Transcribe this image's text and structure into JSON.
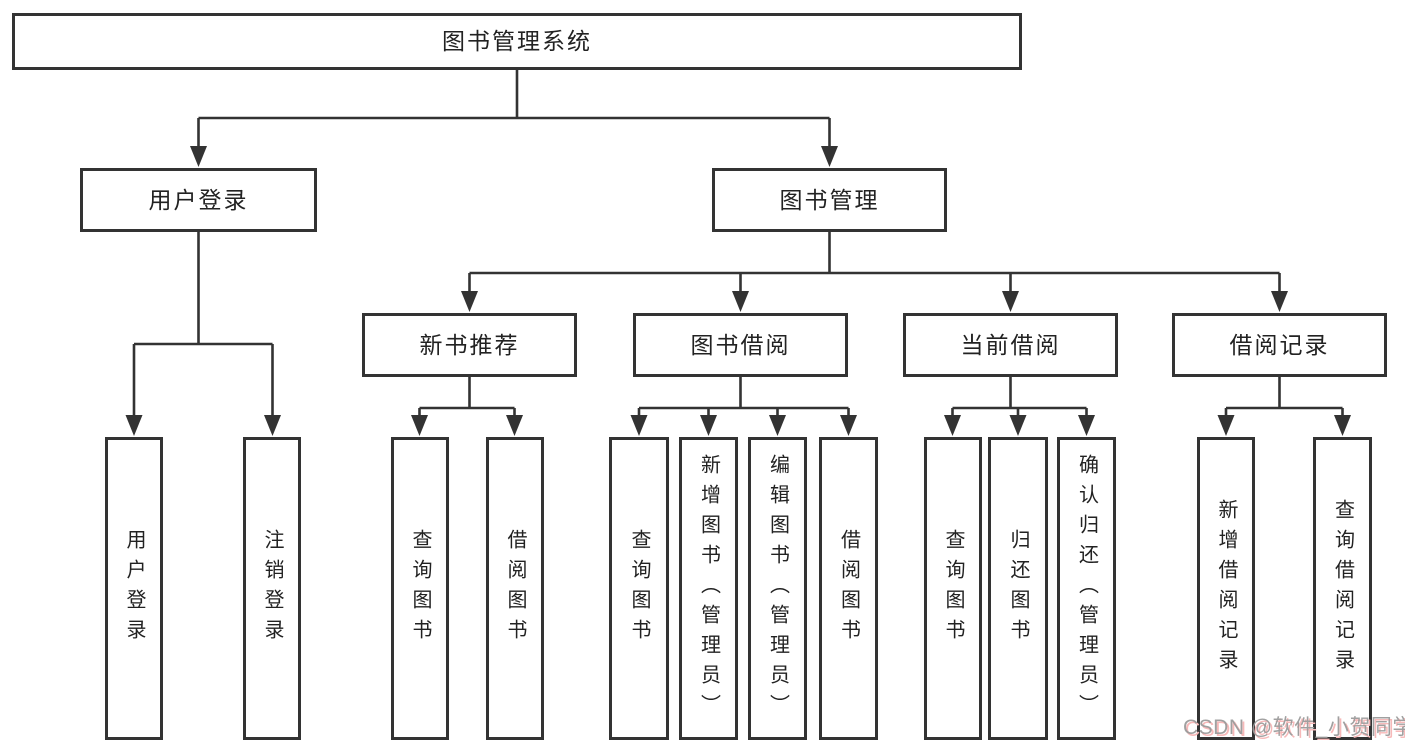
{
  "colors": {
    "background": "#ffffff",
    "box_fill": "#ffffff",
    "box_border": "#333333",
    "line": "#333333",
    "text": "#222222",
    "watermark_gray": "#9b9b9b",
    "watermark_pink": "#f7b9b9"
  },
  "watermark": {
    "text": "CSDN @软件_小贺同学"
  },
  "diagram": {
    "type": "tree",
    "root": {
      "label": "图书管理系统"
    },
    "branches": [
      {
        "label": "用户登录",
        "children": [
          {
            "label": "用户登录"
          },
          {
            "label": "注销登录"
          }
        ]
      },
      {
        "label": "图书管理",
        "children": [
          {
            "label": "新书推荐",
            "children": [
              {
                "label": "查询图书"
              },
              {
                "label": "借阅图书"
              }
            ]
          },
          {
            "label": "图书借阅",
            "children": [
              {
                "label": "查询图书"
              },
              {
                "label": "新增图书（管理员）"
              },
              {
                "label": "编辑图书（管理员）"
              },
              {
                "label": "借阅图书"
              }
            ]
          },
          {
            "label": "当前借阅",
            "children": [
              {
                "label": "查询图书"
              },
              {
                "label": "归还图书"
              },
              {
                "label": "确认归还（管理员）"
              }
            ]
          },
          {
            "label": "借阅记录",
            "children": [
              {
                "label": "新增借阅记录"
              },
              {
                "label": "查询借阅记录"
              }
            ]
          }
        ]
      }
    ]
  }
}
